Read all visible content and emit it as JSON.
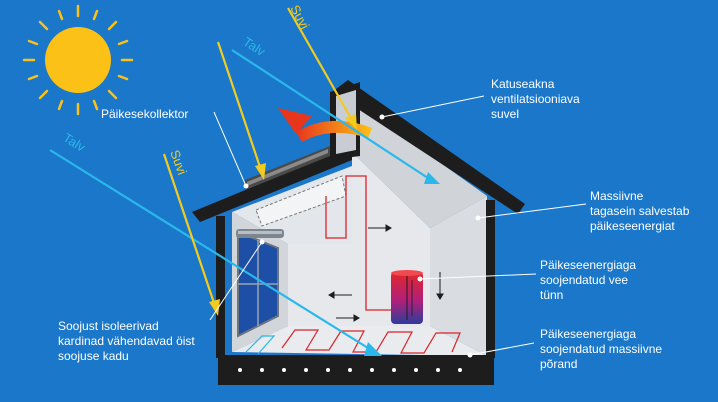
{
  "labels": {
    "collector": "Päikesekollektor",
    "vent": [
      "Katuseakna",
      "ventilatsiooniava",
      "suvel"
    ],
    "wall": [
      "Massiivne",
      "tagasein salvestab",
      "päikeseenergiat"
    ],
    "tank": [
      "Päikeseenergiaga",
      "soojendatud vee",
      "tünn"
    ],
    "floor": [
      "Päikeseenergiaga",
      "soojendatud massiivne",
      "põrand"
    ],
    "curtains": [
      "Soojust isoleerivad",
      "kardinad vähendavad öist",
      "soojuse kadu"
    ]
  },
  "rays": {
    "winter": "Talv",
    "summer": "Suvi"
  },
  "colors": {
    "background": "#1a77c9",
    "sun": "#fbc116",
    "winter_ray": "#2ab8ec",
    "summer_ray": "#f2cb20",
    "warm_air": "#f26b1d",
    "heating_pipe": "#d9242a"
  }
}
